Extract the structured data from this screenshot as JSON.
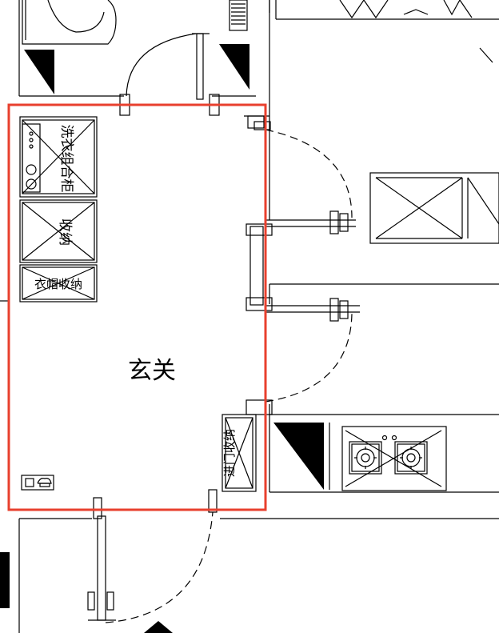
{
  "labels": {
    "room": "玄关",
    "laundry_cabinet": "洗衣组合柜",
    "storage": "收纳",
    "coat_storage": "衣帽收纳",
    "entry_storage": "进门收纳"
  },
  "colors": {
    "highlight": "#e8402e",
    "line": "#000000",
    "background": "#ffffff"
  },
  "icons": [
    "toilet-icon",
    "washing-machine-icon",
    "stove-icon",
    "intercom-icon",
    "door-swing-icon"
  ]
}
